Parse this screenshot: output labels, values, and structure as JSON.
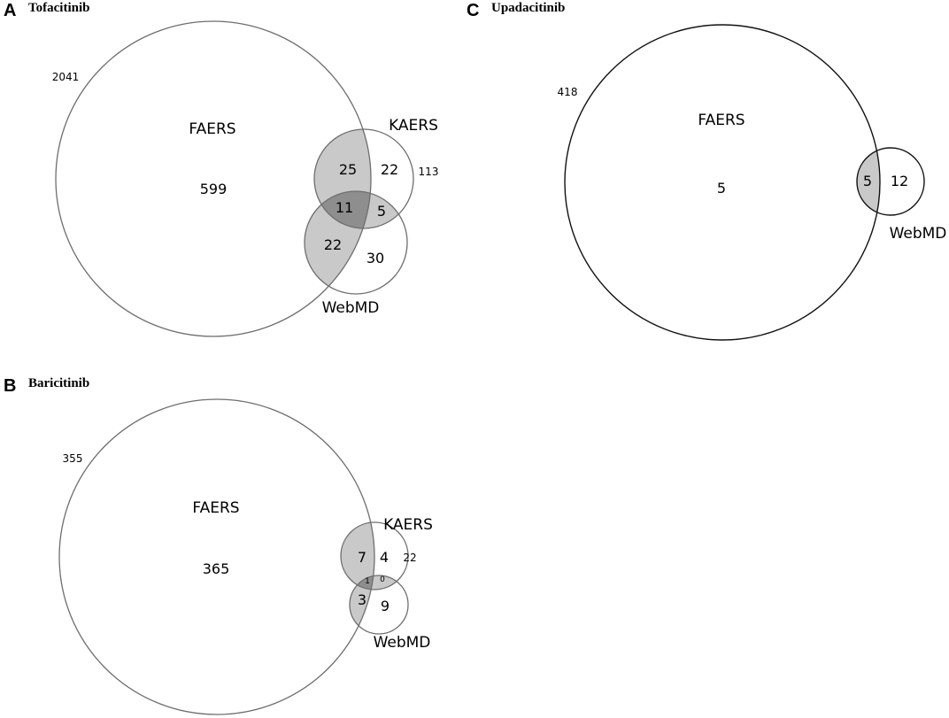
{
  "panels": {
    "A": {
      "letter": "A",
      "title": "Tofacitinib",
      "sets": {
        "faers": "FAERS",
        "kaers": "KAERS",
        "webmd": "WebMD"
      },
      "totals": {
        "faers": "2041",
        "kaers": "113"
      },
      "regions": {
        "faers_only": "599",
        "faers_kaers": "25",
        "kaers_only": "22",
        "all_three": "11",
        "kaers_webmd": "5",
        "faers_webmd": "22",
        "webmd_only": "30"
      }
    },
    "B": {
      "letter": "B",
      "title": "Baricitinib",
      "sets": {
        "faers": "FAERS",
        "kaers": "KAERS",
        "webmd": "WebMD"
      },
      "totals": {
        "faers": "355",
        "kaers": "22"
      },
      "regions": {
        "faers_only": "365",
        "faers_kaers": "7",
        "kaers_only": "4",
        "all_three": "1",
        "kaers_webmd": "0",
        "faers_webmd": "3",
        "webmd_only": "9"
      }
    },
    "C": {
      "letter": "C",
      "title": "Upadacitinib",
      "sets": {
        "faers": "FAERS",
        "webmd": "WebMD"
      },
      "totals": {
        "faers": "418"
      },
      "regions": {
        "faers_only": "5",
        "faers_webmd": "5",
        "webmd_only": "12"
      }
    }
  }
}
